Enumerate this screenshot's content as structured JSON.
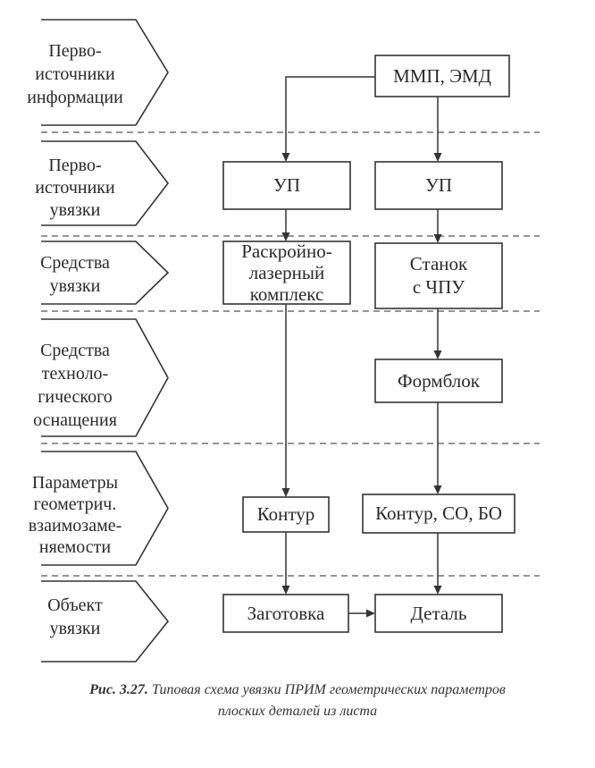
{
  "stages": [
    {
      "lines": [
        "Перво-",
        "источники",
        "информации"
      ]
    },
    {
      "lines": [
        "Перво-",
        "источники",
        "увязки"
      ]
    },
    {
      "lines": [
        "Средства",
        "увязки"
      ]
    },
    {
      "lines": [
        "Средства",
        "техноло-",
        "гического",
        "оснащения"
      ]
    },
    {
      "lines": [
        "Параметры",
        "геометрич.",
        "взаимозаме-",
        "няемости"
      ]
    },
    {
      "lines": [
        "Объект",
        "увязки"
      ]
    }
  ],
  "boxes": {
    "mmp_emd": [
      "ММП, ЭМД"
    ],
    "up_left": [
      "УП"
    ],
    "up_right": [
      "УП"
    ],
    "laser_complex": [
      "Раскройно-",
      "лазерный",
      "комплекс"
    ],
    "cnc_machine": [
      "Станок",
      "с ЧПУ"
    ],
    "formblock": [
      "Формблок"
    ],
    "contour_left": [
      "Контур"
    ],
    "contour_right": [
      "Контур, СО, БО"
    ],
    "blank": [
      "Заготовка"
    ],
    "part": [
      "Деталь"
    ]
  },
  "caption": {
    "figure": "Рис. 3.27.",
    "line1": "Типовая схема увязки ПРИМ геометрических параметров",
    "line2": "плоских деталей из листа"
  }
}
